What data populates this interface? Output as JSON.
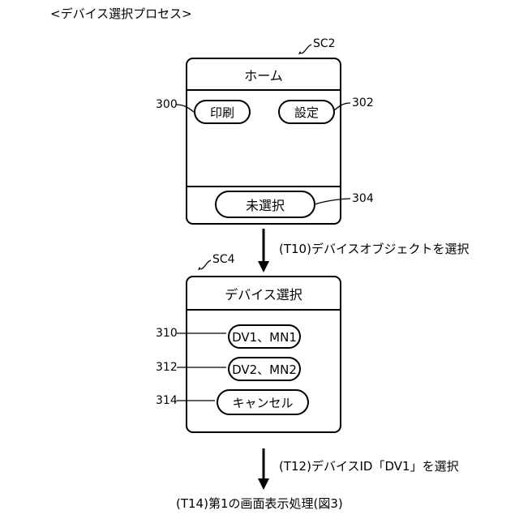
{
  "figure_title": "<デバイス選択プロセス>",
  "screen_sc2": {
    "ref": "SC2",
    "header": "ホーム",
    "buttons": {
      "print": "印刷",
      "settings": "設定",
      "unselected": "未選択"
    },
    "refs": {
      "print": "300",
      "settings": "302",
      "unselected": "304"
    }
  },
  "step_t10": "(T10)デバイスオブジェクトを選択",
  "screen_sc4": {
    "ref": "SC4",
    "header": "デバイス選択",
    "buttons": {
      "dv1": "DV1、MN1",
      "dv2": "DV2、MN2",
      "cancel": "キャンセル"
    },
    "refs": {
      "dv1": "310",
      "dv2": "312",
      "cancel": "314"
    }
  },
  "step_t12": "(T12)デバイスID「DV1」を選択",
  "step_t14": "(T14)第1の画面表示処理(図3)"
}
